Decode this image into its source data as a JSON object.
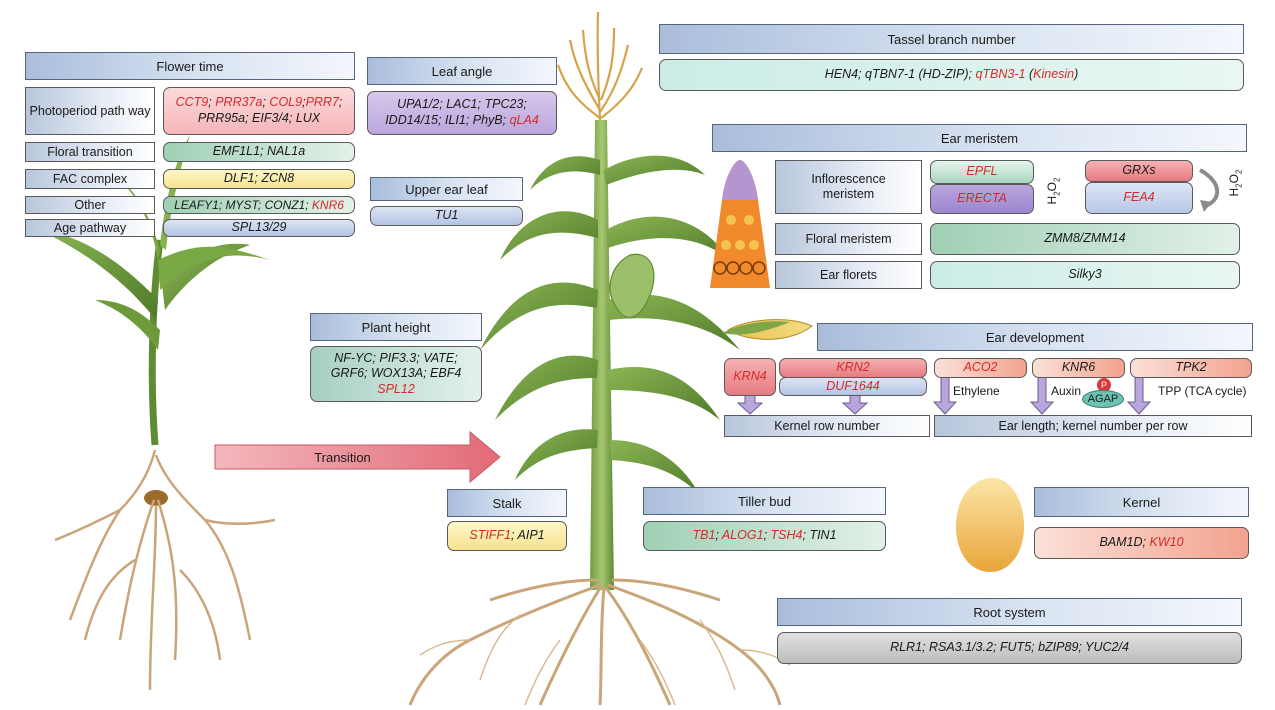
{
  "flower_time": {
    "header": "Flower time",
    "photoperiod": {
      "label": "Photoperiod path way",
      "line1": [
        {
          "t": "CCT9",
          "red": true
        },
        {
          "t": "; ",
          "red": false
        },
        {
          "t": "PRR37a",
          "red": true
        },
        {
          "t": "; ",
          "red": false
        },
        {
          "t": "COL9",
          "red": true
        },
        {
          "t": ";",
          "red": false
        },
        {
          "t": "PRR7",
          "red": true
        },
        {
          "t": ";",
          "red": false
        }
      ],
      "line2": [
        {
          "t": "PRR95a",
          "red": false
        },
        {
          "t": "; ",
          "red": false
        },
        {
          "t": "EIF3/4",
          "red": false
        },
        {
          "t": "; ",
          "red": false
        },
        {
          "t": "LUX",
          "red": false
        }
      ]
    },
    "floral_transition": {
      "label": "Floral transition",
      "genes": [
        {
          "t": "EMF1L1",
          "red": false
        },
        {
          "t": "; ",
          "red": false
        },
        {
          "t": "NAL1a",
          "red": false
        }
      ]
    },
    "fac_complex": {
      "label": "FAC complex",
      "genes": [
        {
          "t": "DLF1",
          "red": false
        },
        {
          "t": "; ",
          "red": false
        },
        {
          "t": "ZCN8",
          "red": false
        }
      ]
    },
    "other": {
      "label": "Other",
      "genes": [
        {
          "t": "LEAFY1",
          "red": false
        },
        {
          "t": "; ",
          "red": false
        },
        {
          "t": "MYST",
          "red": false
        },
        {
          "t": "; ",
          "red": false
        },
        {
          "t": "CONZ1",
          "red": false
        },
        {
          "t": "; ",
          "red": false
        },
        {
          "t": "KNR6",
          "red": true
        }
      ]
    },
    "age_pathway": {
      "label": "Age pathway",
      "genes": [
        {
          "t": "SPL13/29",
          "red": false
        }
      ]
    }
  },
  "leaf_angle": {
    "header": "Leaf angle",
    "line1": [
      {
        "t": "UPA1/2",
        "red": false
      },
      {
        "t": "; ",
        "red": false
      },
      {
        "t": "LAC1",
        "red": false
      },
      {
        "t": "; ",
        "red": false
      },
      {
        "t": "TPC23",
        "red": false
      },
      {
        "t": ";",
        "red": false
      }
    ],
    "line2": [
      {
        "t": "IDD14/15",
        "red": false
      },
      {
        "t": "; ",
        "red": false
      },
      {
        "t": "ILI1",
        "red": false
      },
      {
        "t": "; ",
        "red": false
      },
      {
        "t": "PhyB",
        "red": false
      },
      {
        "t": "; ",
        "red": false
      },
      {
        "t": "qLA4",
        "red": true
      }
    ]
  },
  "upper_ear_leaf": {
    "header": "Upper ear leaf",
    "genes": [
      {
        "t": "TU1",
        "red": false
      }
    ]
  },
  "plant_height": {
    "header": "Plant height",
    "line1": [
      {
        "t": "NF-YC",
        "red": false
      },
      {
        "t": "; ",
        "red": false
      },
      {
        "t": "PIF3.3",
        "red": false
      },
      {
        "t": "; ",
        "red": false
      },
      {
        "t": "VATE",
        "red": false
      },
      {
        "t": ";",
        "red": false
      }
    ],
    "line2": [
      {
        "t": "GRF6",
        "red": false
      },
      {
        "t": "; ",
        "red": false
      },
      {
        "t": "WOX13A",
        "red": false
      },
      {
        "t": "; ",
        "red": false
      },
      {
        "t": "EBF4",
        "red": false
      }
    ],
    "line3": [
      {
        "t": "SPL12",
        "red": true
      }
    ]
  },
  "transition": {
    "label": "Transition"
  },
  "stalk": {
    "header": "Stalk",
    "genes": [
      {
        "t": "STIFF1",
        "red": true
      },
      {
        "t": "; ",
        "red": false
      },
      {
        "t": "AIP1",
        "red": false
      }
    ]
  },
  "tiller_bud": {
    "header": "Tiller bud",
    "genes": [
      {
        "t": "TB1",
        "red": true
      },
      {
        "t": "; ",
        "red": false
      },
      {
        "t": "ALOG1",
        "red": true
      },
      {
        "t": "; ",
        "red": false
      },
      {
        "t": "TSH4",
        "red": true
      },
      {
        "t": "; ",
        "red": false
      },
      {
        "t": "TIN1",
        "red": false
      }
    ]
  },
  "tassel": {
    "header": "Tassel branch number",
    "genes": [
      {
        "t": "HEN4",
        "red": false
      },
      {
        "t": "; ",
        "red": false
      },
      {
        "t": "qTBN7-1",
        "red": false
      },
      {
        "t": " (",
        "red": false
      },
      {
        "t": "HD-ZIP",
        "red": false
      },
      {
        "t": "); ",
        "red": false
      },
      {
        "t": "qTBN3-1",
        "red": true
      },
      {
        "t": " (",
        "red": false
      },
      {
        "t": "Kinesin",
        "red": true
      },
      {
        "t": ")",
        "red": false
      }
    ]
  },
  "ear_meristem": {
    "header": "Ear meristem",
    "inflorescence_label": "Inflorescence meristem",
    "epfl": "EPFL",
    "erecta": "ERECTA",
    "grxs": "GRXs",
    "fea4": "FEA4",
    "h2o2": "H2O2",
    "floral_label": "Floral meristem",
    "floral_genes": "ZMM8/ZMM14",
    "florets_label": "Ear florets",
    "florets_genes": "Silky3"
  },
  "ear_development": {
    "header": "Ear development",
    "krn4": "KRN4",
    "krn2": "KRN2",
    "duf1644": "DUF1644",
    "aco2": "ACO2",
    "knr6": "KNR6",
    "tpk2": "TPK2",
    "ethylene": "Ethylene",
    "auxin": "Auxin",
    "p": "P",
    "agap": "AGAP",
    "tpp": "TPP (TCA cycle)",
    "kernel_row": "Kernel row number",
    "ear_length": "Ear length; kernel number per row"
  },
  "kernel": {
    "header": "Kernel",
    "genes": [
      {
        "t": "BAM1D",
        "red": false
      },
      {
        "t": "; ",
        "red": false
      },
      {
        "t": "KW10",
        "red": true
      }
    ]
  },
  "root_system": {
    "header": "Root system",
    "genes": [
      {
        "t": "RLR1",
        "red": false
      },
      {
        "t": "; ",
        "red": false
      },
      {
        "t": "RSA3.1/3.2",
        "red": false
      },
      {
        "t": "; ",
        "red": false
      },
      {
        "t": "FUT5",
        "red": false
      },
      {
        "t": "; ",
        "red": false
      },
      {
        "t": "bZIP89",
        "red": false
      },
      {
        "t": "; ",
        "red": false
      },
      {
        "t": "YUC2/4",
        "red": false
      }
    ]
  },
  "colors": {
    "red_text": "#d42a2a",
    "leaf_green": "#6f9a3e",
    "root_brown": "#c9a57a",
    "tassel_orange": "#d8a24a"
  }
}
